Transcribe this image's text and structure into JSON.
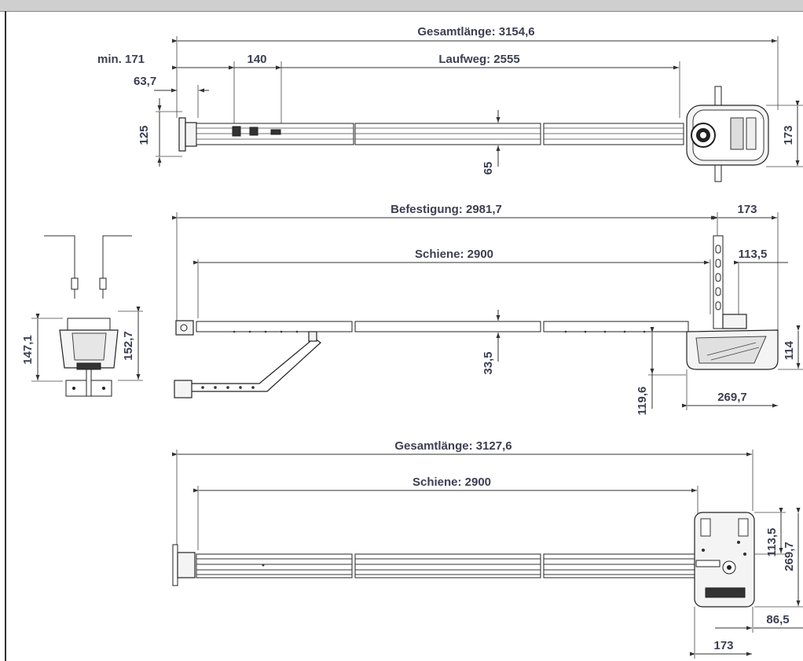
{
  "view_top": {
    "gesamtlaenge": "Gesamtlänge: 3154,6",
    "min": "min. 171",
    "d140": "140",
    "laufweg": "Laufweg: 2555",
    "d63": "63,7",
    "d125": "125",
    "d65": "65",
    "d173": "173"
  },
  "view_middle": {
    "befestigung": "Befestigung: 2981,7",
    "d173": "173",
    "schiene": "Schiene: 2900",
    "d113": "113,5",
    "d33": "33,5",
    "d114": "114",
    "d119": "119,6",
    "d269": "269,7",
    "side_147": "147,1",
    "side_152": "152,7"
  },
  "view_bottom": {
    "gesamtlaenge": "Gesamtlänge: 3127,6",
    "schiene": "Schiene: 2900",
    "d113": "113,5",
    "d269": "269,7",
    "d86": "86,5",
    "d173": "173"
  }
}
